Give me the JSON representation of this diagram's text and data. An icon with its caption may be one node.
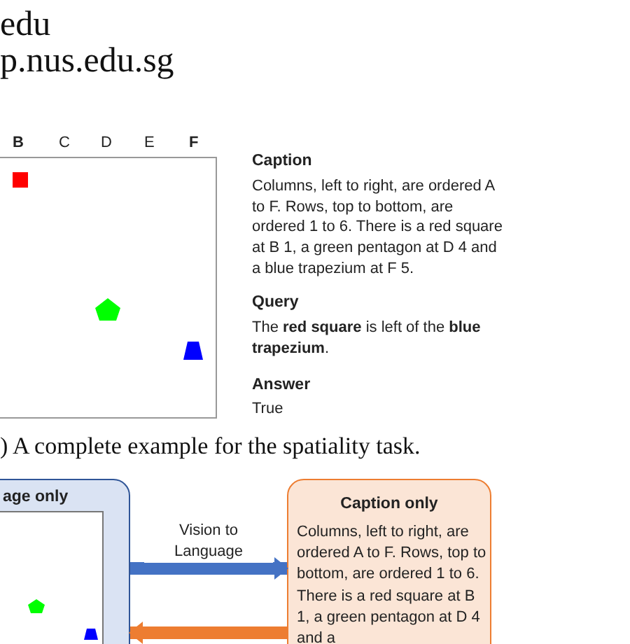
{
  "diagram": {
    "nodes": [
      {
        "text": [
          "age only"
        ]
      },
      {
        "text": [
          "Caption only",
          "Columns, left to right, are ordered A to F. Rows, top to bottom, are ordered 1 to 6. There is a red square at B 1, a green pentagon at D 4 and a"
        ]
      }
    ],
    "edges": [
      {
        "from": 0,
        "to": 1,
        "arrow": "to",
        "label": "Vision to Language",
        "color": "#4472c4"
      },
      {
        "from": 1,
        "to": 0,
        "arrow": "to",
        "color": "#ed7d31"
      }
    ],
    "labels": [
      "edu",
      "p.nus.edu.sg",
      "B",
      "C",
      "D",
      "E",
      "F",
      "Caption",
      "Columns, left to right, are ordered A to F. Rows, top to bottom, are ordered 1 to 6. There is a red square at B 1, a green pentagon at D 4 and a blue trapezium at F 5.",
      "Query",
      "The **red square** is left of the **blue trapezium**.",
      "Answer",
      "True",
      ") A complete example for the spatiality task."
    ]
  }
}
